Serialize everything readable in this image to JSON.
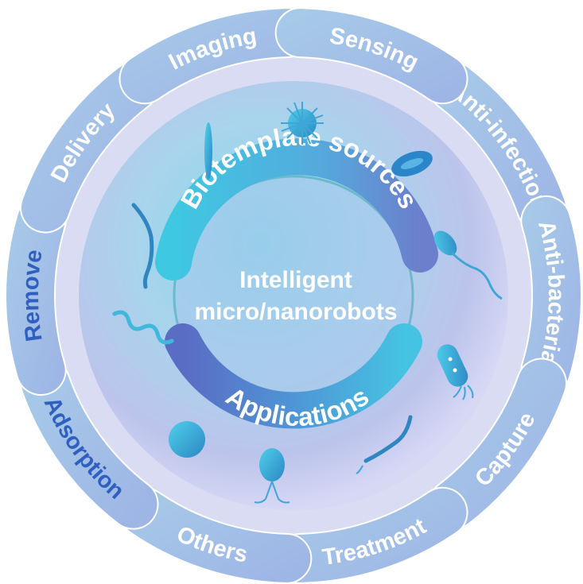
{
  "diagram": {
    "center_title": {
      "line1": "Intelligent",
      "line2": "micro/nanorobots"
    },
    "inner_arc_labels": {
      "top": "Biotemplate sources",
      "bottom": "Applications"
    },
    "segments": [
      {
        "label": "Anti-infection"
      },
      {
        "label": "Anti-bacterial"
      },
      {
        "label": "Capture"
      },
      {
        "label": "Treatment"
      },
      {
        "label": "Others"
      },
      {
        "label": "Adsorption"
      },
      {
        "label": "Remove"
      },
      {
        "label": "Delivery"
      },
      {
        "label": "Imaging"
      },
      {
        "label": "Sensing"
      }
    ],
    "colors": {
      "segment_fill_light": "#aac8e8",
      "segment_fill_dark": "#8ab0e0",
      "segment_text_light": "#ffffff",
      "segment_text_dark": "#2f5fbf",
      "center_glow": "#7fd3ea",
      "outer_disc": "#c8ccef",
      "arc_gradient_start": "#3fc0dd",
      "arc_gradient_end": "#6c78c8"
    },
    "decorative_icons": [
      "rod-bacterium-icon",
      "spiky-virus-icon",
      "red-blood-cell-icon",
      "flagellated-bacterium-icon",
      "spirillum-icon",
      "worm-icon",
      "capsule-bacterium-icon",
      "spore-icon",
      "sperm-cell-icon",
      "spirochete-icon"
    ]
  }
}
